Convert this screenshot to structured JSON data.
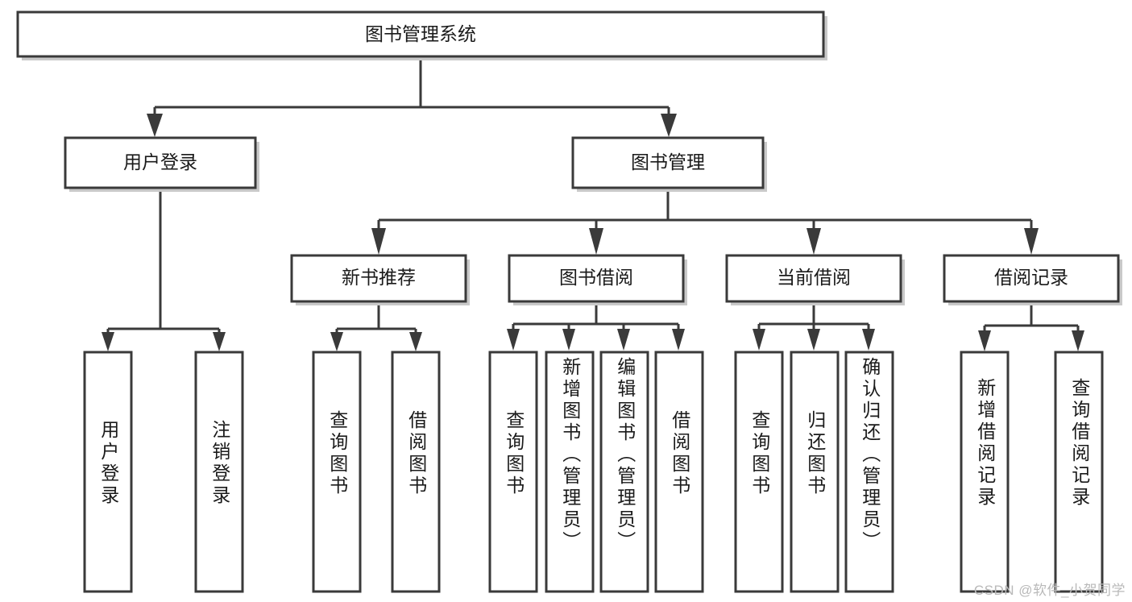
{
  "diagram": {
    "type": "tree-hierarchy",
    "title": "图书管理系统",
    "orientation": "top-down",
    "colors": {
      "box_stroke": "#3a3a3a",
      "box_fill": "#ffffff",
      "connector": "#3a3a3a",
      "text": "#1a1a1a",
      "watermark": "#b9b9b9",
      "background": "#ffffff"
    },
    "nodes": {
      "root": {
        "id": "root",
        "label": "图书管理系统",
        "level": 0,
        "orientation": "horizontal"
      },
      "level1": [
        {
          "id": "user-login",
          "label": "用户登录",
          "orientation": "horizontal"
        },
        {
          "id": "book-management",
          "label": "图书管理",
          "orientation": "horizontal"
        }
      ],
      "level2": [
        {
          "id": "new-book-recommend",
          "label": "新书推荐",
          "parent": "book-management",
          "orientation": "horizontal"
        },
        {
          "id": "book-borrow",
          "label": "图书借阅",
          "parent": "book-management",
          "orientation": "horizontal"
        },
        {
          "id": "current-borrow",
          "label": "当前借阅",
          "parent": "book-management",
          "orientation": "horizontal"
        },
        {
          "id": "borrow-record",
          "label": "借阅记录",
          "parent": "book-management",
          "orientation": "horizontal"
        }
      ],
      "leaves": [
        {
          "id": "leaf-user-login",
          "label": "用户登录",
          "parent": "user-login",
          "orientation": "vertical"
        },
        {
          "id": "leaf-user-logout",
          "label": "注销登录",
          "parent": "user-login",
          "orientation": "vertical"
        },
        {
          "id": "leaf-query-book-1",
          "label": "查询图书",
          "parent": "new-book-recommend",
          "orientation": "vertical"
        },
        {
          "id": "leaf-borrow-book-1",
          "label": "借阅图书",
          "parent": "new-book-recommend",
          "orientation": "vertical"
        },
        {
          "id": "leaf-query-book-2",
          "label": "查询图书",
          "parent": "book-borrow",
          "orientation": "vertical"
        },
        {
          "id": "leaf-add-book",
          "label": "新增图书（管理员）",
          "parent": "book-borrow",
          "orientation": "vertical"
        },
        {
          "id": "leaf-edit-book",
          "label": "编辑图书（管理员）",
          "parent": "book-borrow",
          "orientation": "vertical"
        },
        {
          "id": "leaf-borrow-book-2",
          "label": "借阅图书",
          "parent": "book-borrow",
          "orientation": "vertical"
        },
        {
          "id": "leaf-query-book-3",
          "label": "查询图书",
          "parent": "current-borrow",
          "orientation": "vertical"
        },
        {
          "id": "leaf-return-book",
          "label": "归还图书",
          "parent": "current-borrow",
          "orientation": "vertical"
        },
        {
          "id": "leaf-confirm-return",
          "label": "确认归还（管理员）",
          "parent": "current-borrow",
          "orientation": "vertical"
        },
        {
          "id": "leaf-add-record",
          "label": "新增借阅记录",
          "parent": "borrow-record",
          "orientation": "vertical"
        },
        {
          "id": "leaf-query-record",
          "label": "查询借阅记录",
          "parent": "borrow-record",
          "orientation": "vertical"
        }
      ]
    },
    "watermark": "CSDN @软件_小贺同学"
  }
}
